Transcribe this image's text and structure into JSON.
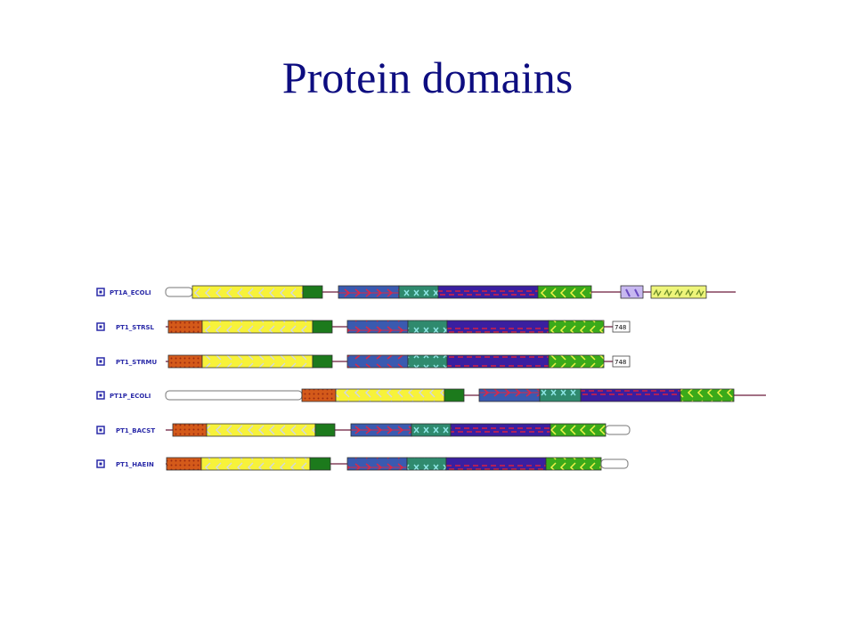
{
  "title": "Protein domains",
  "colors": {
    "title": "#0d0d80",
    "line": "#6b1a3a",
    "label": "#2a2aa8",
    "yellow": "#f7f23a",
    "dark_green": "#1c7a1c",
    "blue": "#3a5ab0",
    "teal": "#2f8a6e",
    "purple": "#3a1fa0",
    "green": "#3aaa1a",
    "orange": "#d45a1a",
    "lilac": "#b7a6e8",
    "white": "#ffffff"
  },
  "proteins": [
    {
      "name": "PT1A_ECOLI",
      "icon": "expand-icon"
    },
    {
      "name": "PT1_STRSL",
      "icon": "expand-icon",
      "end_tag": "748"
    },
    {
      "name": "PT1_STRMU",
      "icon": "expand-icon",
      "end_tag": "748"
    },
    {
      "name": "PT1P_ECOLI",
      "icon": "expand-icon"
    },
    {
      "name": "PT1_BACST",
      "icon": "expand-icon"
    },
    {
      "name": "PT1_HAEIN",
      "icon": "expand-icon"
    }
  ]
}
